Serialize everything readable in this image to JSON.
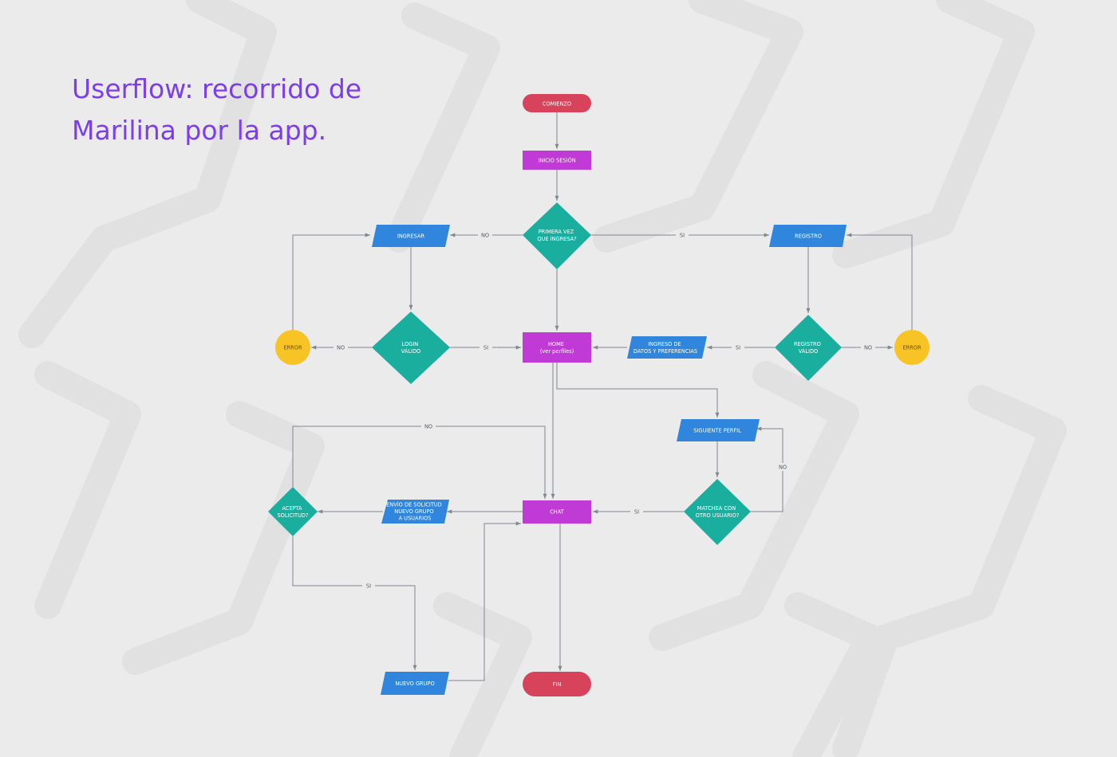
{
  "title": {
    "line1": "Userflow: recorrido de",
    "line2": "Marilina por la app."
  },
  "colors": {
    "background": "#ebebeb",
    "title": "#7a3df0",
    "terminal": "#d6435a",
    "process": "#c03ad6",
    "decision": "#1aae9f",
    "io": "#2f86dc",
    "error": "#f7c325",
    "connector": "#7f8790"
  },
  "nodes": {
    "comienzo": {
      "lines": [
        "COMIENZO"
      ]
    },
    "inicio_sesion": {
      "lines": [
        "INICIO SESIÓN"
      ]
    },
    "primera_vez": {
      "lines": [
        "PRIMERA VEZ",
        "QUE INGRESA?"
      ]
    },
    "ingresar": {
      "lines": [
        "INGRESAR"
      ]
    },
    "registro": {
      "lines": [
        "REGISTRO"
      ]
    },
    "error_left": {
      "lines": [
        "ERROR"
      ]
    },
    "login_valido": {
      "lines": [
        "LOGIN",
        "VÁLIDO"
      ]
    },
    "home": {
      "lines": [
        "HOME",
        "(ver perfiles)"
      ]
    },
    "ingreso_datos": {
      "lines": [
        "INGRESO DE",
        "DATOS Y PREFERENCIAS"
      ]
    },
    "registro_valido": {
      "lines": [
        "REGISTRO",
        "VÁLIDO"
      ]
    },
    "error_right": {
      "lines": [
        "ERROR"
      ]
    },
    "siguiente_perfil": {
      "lines": [
        "SIGUIENTE PERFIL"
      ]
    },
    "acepta_solicitud": {
      "lines": [
        "ACEPTA",
        "SOLICITUD?"
      ]
    },
    "envio_solicitud": {
      "lines": [
        "ENVÍO DE SOLICITUD",
        "NUEVO GRUPO",
        "A USUARIOS"
      ]
    },
    "chat": {
      "lines": [
        "CHAT"
      ]
    },
    "matchea": {
      "lines": [
        "MATCHEA CON",
        "OTRO USUARIO?"
      ]
    },
    "nuevo_grupo": {
      "lines": [
        "NUEVO GRUPO"
      ]
    },
    "fin": {
      "lines": [
        "FIN"
      ]
    }
  },
  "edge_labels": {
    "primera_no": "NO",
    "primera_si": "SI",
    "login_no": "NO",
    "login_si": "SI",
    "datos_si": "SI",
    "registro_no": "NO",
    "acepta_no": "NO",
    "siguiente_no": "NO",
    "matchea_si": "SI",
    "acepta_si": "SI"
  }
}
